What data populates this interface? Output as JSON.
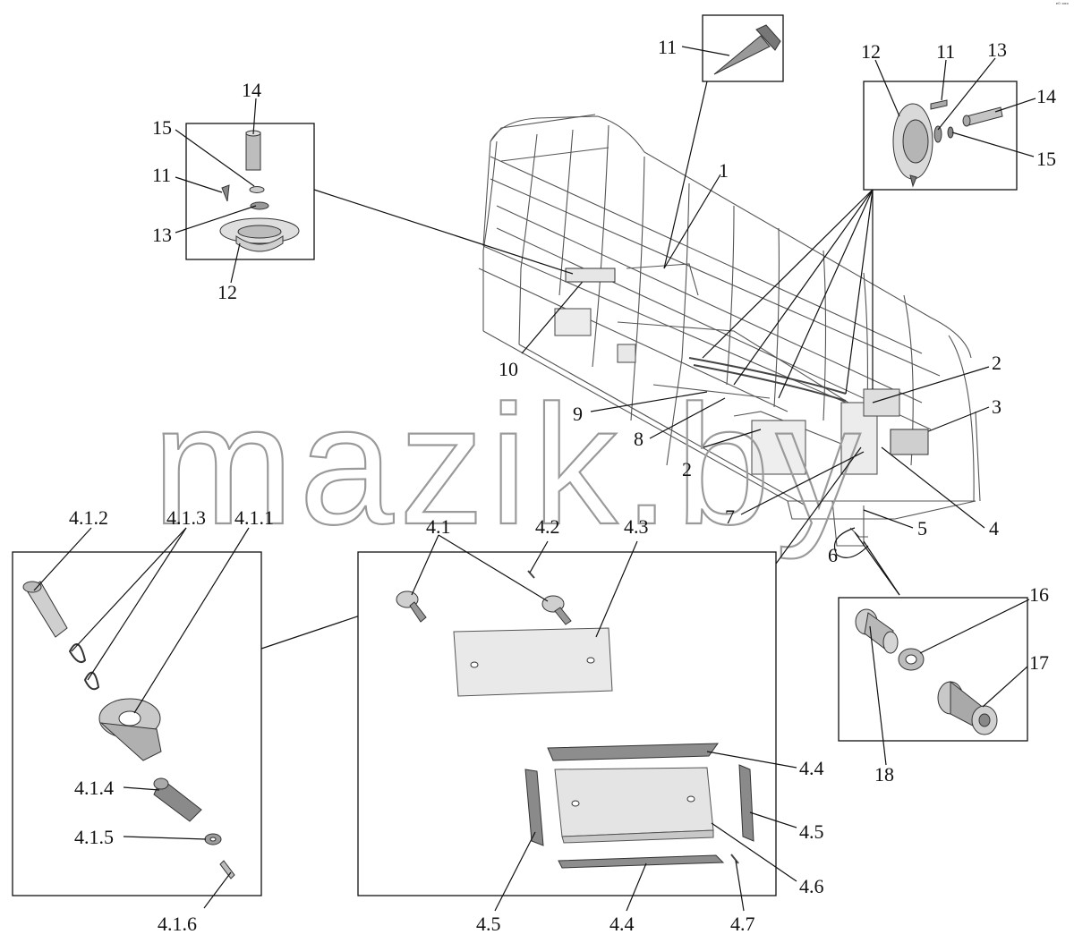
{
  "watermark": "mazik.by",
  "corner_mark": "ᵉ⁰ ᵒᵒᵒ",
  "labels": {
    "l1": "1",
    "l2a": "2",
    "l2b": "2",
    "l3": "3",
    "l4": "4",
    "l5": "5",
    "l6": "6",
    "l7": "7",
    "l8": "8",
    "l9": "9",
    "l10": "10",
    "l11_top": "11",
    "d1_14": "14",
    "d1_15": "15",
    "d1_11": "11",
    "d1_13": "13",
    "d1_12": "12",
    "d2_12": "12",
    "d2_11": "11",
    "d2_13": "13",
    "d2_14": "14",
    "d2_15": "15",
    "d3_16": "16",
    "d3_17": "17",
    "d3_18": "18",
    "d4_412": "4.1.2",
    "d4_413": "4.1.3",
    "d4_411": "4.1.1",
    "d4_414": "4.1.4",
    "d4_415": "4.1.5",
    "d4_416": "4.1.6",
    "d5_41": "4.1",
    "d5_42": "4.2",
    "d5_43": "4.3",
    "d5_44a": "4.4",
    "d5_45a": "4.5",
    "d5_46": "4.6",
    "d5_45b": "4.5",
    "d5_44b": "4.4",
    "d5_47": "4.7"
  },
  "colors": {
    "part_fill": "#d8d8d8",
    "part_dark": "#8c8c8c",
    "ink": "#111111"
  }
}
